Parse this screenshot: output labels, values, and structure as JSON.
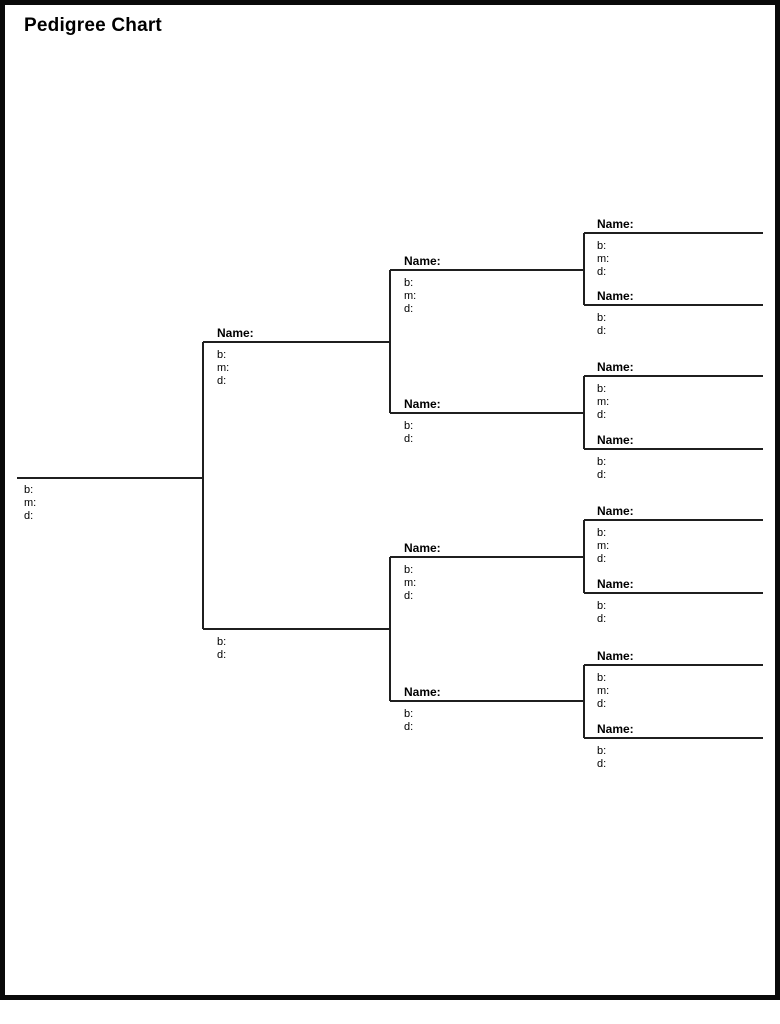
{
  "title": "Pedigree Chart",
  "colors": {
    "ink": "#000000",
    "line": "#1f1f1f",
    "page_border": "#0a0a0a",
    "background": "#ffffff"
  },
  "persons": [
    {
      "role": "self",
      "b": "b:",
      "m": "m:",
      "d": "d:"
    },
    {
      "role": "father",
      "name": "Name:",
      "b": "b:",
      "m": "m:",
      "d": "d:"
    },
    {
      "role": "mother",
      "b": "b:",
      "d": "d:"
    },
    {
      "role": "paternal-grandfather",
      "name": "Name:",
      "b": "b:",
      "m": "m:",
      "d": "d:"
    },
    {
      "role": "paternal-grandmother",
      "name": "Name:",
      "b": "b:",
      "d": "d:"
    },
    {
      "role": "maternal-grandfather",
      "name": "Name:",
      "b": "b:",
      "m": "m:",
      "d": "d:"
    },
    {
      "role": "maternal-grandmother",
      "name": "Name:",
      "b": "b:",
      "d": "d:"
    },
    {
      "role": "great-grandfather-1",
      "name": "Name:",
      "b": "b:",
      "m": "m:",
      "d": "d:"
    },
    {
      "role": "great-grandmother-1",
      "name": "Name:",
      "b": "b:",
      "d": "d:"
    },
    {
      "role": "great-grandfather-2",
      "name": "Name:",
      "b": "b:",
      "m": "m:",
      "d": "d:"
    },
    {
      "role": "great-grandmother-2",
      "name": "Name:",
      "b": "b:",
      "d": "d:"
    },
    {
      "role": "great-grandfather-3",
      "name": "Name:",
      "b": "b:",
      "m": "m:",
      "d": "d:"
    },
    {
      "role": "great-grandmother-3",
      "name": "Name:",
      "b": "b:",
      "d": "d:"
    },
    {
      "role": "great-grandfather-4",
      "name": "Name:",
      "b": "b:",
      "m": "m:",
      "d": "d:"
    },
    {
      "role": "great-grandmother-4",
      "name": "Name:",
      "b": "b:",
      "d": "d:"
    }
  ]
}
